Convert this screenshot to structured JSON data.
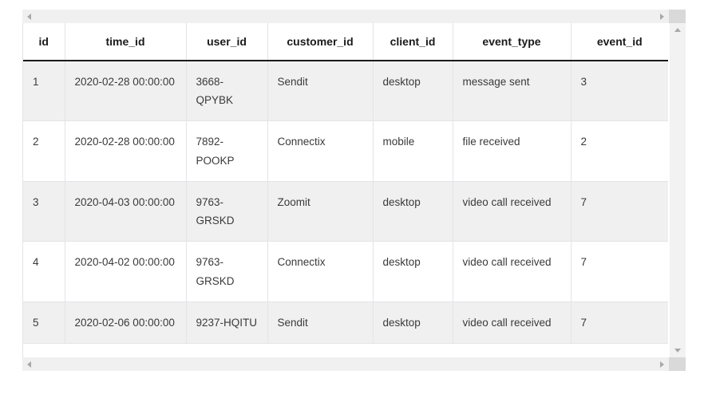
{
  "widget": {
    "kind": "data-table",
    "scrollbars": {
      "horizontal_top": {
        "left_arrow_icon": "triangle-left-icon",
        "right_arrow_icon": "triangle-right-icon"
      },
      "horizontal_bottom": {
        "left_arrow_icon": "triangle-left-icon",
        "right_arrow_icon": "triangle-right-icon"
      },
      "vertical": {
        "up_arrow_icon": "triangle-up-icon",
        "down_arrow_icon": "triangle-down-icon"
      }
    }
  },
  "colors": {
    "stripe_row": "#f0f0f0",
    "plain_row": "#ffffff",
    "grid_line": "#e4e4e8",
    "header_rule": "#1a1a1a",
    "scrollbar_track": "#f0f0f0",
    "scrollbar_corner": "#d9d9d9",
    "scrollbar_arrow": "#a8a8a8",
    "header_text": "#1a1a1a",
    "cell_text": "#3a3a3a"
  },
  "table": {
    "columns": [
      {
        "key": "id",
        "label": "id"
      },
      {
        "key": "time_id",
        "label": "time_id"
      },
      {
        "key": "user_id",
        "label": "user_id"
      },
      {
        "key": "customer_id",
        "label": "customer_id"
      },
      {
        "key": "client_id",
        "label": "client_id"
      },
      {
        "key": "event_type",
        "label": "event_type"
      },
      {
        "key": "event_id",
        "label": "event_id"
      }
    ],
    "rows": [
      {
        "id": "1",
        "time_id": "2020-02-28 00:00:00",
        "user_id": "3668-QPYBK",
        "customer_id": "Sendit",
        "client_id": "desktop",
        "event_type": "message sent",
        "event_id": "3"
      },
      {
        "id": "2",
        "time_id": "2020-02-28 00:00:00",
        "user_id": "7892-POOKP",
        "customer_id": "Connectix",
        "client_id": "mobile",
        "event_type": "file received",
        "event_id": "2"
      },
      {
        "id": "3",
        "time_id": "2020-04-03 00:00:00",
        "user_id": "9763-GRSKD",
        "customer_id": "Zoomit",
        "client_id": "desktop",
        "event_type": "video call received",
        "event_id": "7"
      },
      {
        "id": "4",
        "time_id": "2020-04-02 00:00:00",
        "user_id": "9763-GRSKD",
        "customer_id": "Connectix",
        "client_id": "desktop",
        "event_type": "video call received",
        "event_id": "7"
      },
      {
        "id": "5",
        "time_id": "2020-02-06 00:00:00",
        "user_id": "9237-HQITU",
        "customer_id": "Sendit",
        "client_id": "desktop",
        "event_type": "video call received",
        "event_id": "7"
      }
    ]
  }
}
